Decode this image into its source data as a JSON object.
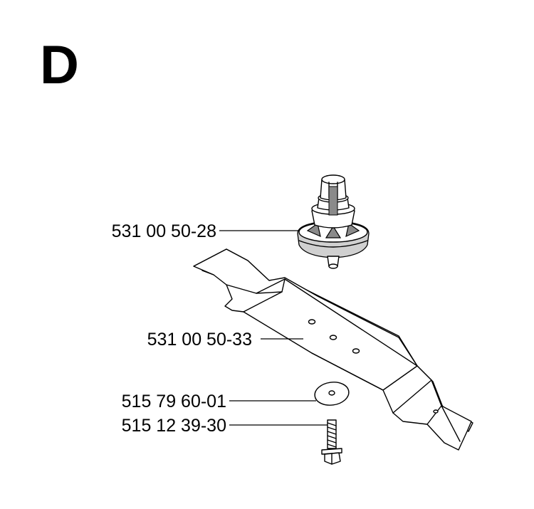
{
  "section": {
    "letter": "D"
  },
  "parts": [
    {
      "id": "blade-adapter",
      "number": "531 00 50-28",
      "icon": "blade-adapter-icon"
    },
    {
      "id": "blade",
      "number": "531 00 50-33",
      "icon": "mower-blade-icon"
    },
    {
      "id": "washer",
      "number": "515 79 60-01",
      "icon": "washer-icon"
    },
    {
      "id": "bolt",
      "number": "515 12 39-30",
      "icon": "bolt-icon"
    }
  ]
}
